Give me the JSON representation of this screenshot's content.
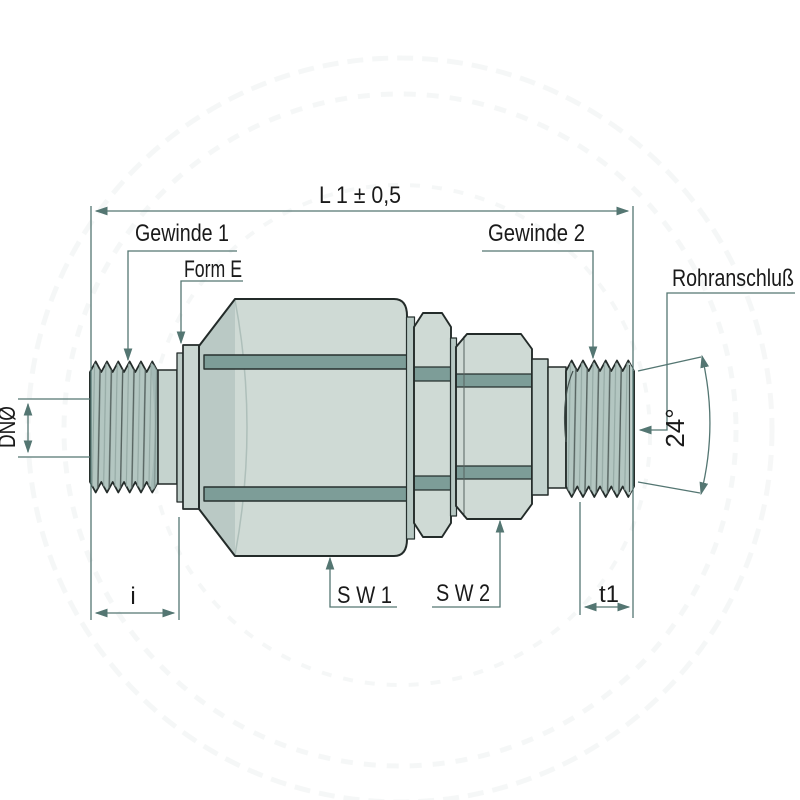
{
  "drawing": {
    "labels": {
      "overall_length": "L 1 ± 0,5",
      "thread_1": "Gewinde 1",
      "form": "Form E",
      "thread_2": "Gewinde 2",
      "pipe_connection": "Rohranschluß",
      "nominal_bore": "DNØ",
      "insertion_length": "i",
      "wrench_size_1": "S W 1",
      "wrench_size_2": "S W 2",
      "thread_length": "t1",
      "cone_angle": "24°"
    },
    "colors": {
      "background": "#ffffff",
      "dimension_line": "#547672",
      "part_outline": "#232b29",
      "body_fill": "#cfdad5",
      "facet_band_fill": "#7d9d98",
      "thread_fill": "#b3c6c1",
      "chamfer_fill": "#bac9c5",
      "text": "#1a1a1a"
    }
  }
}
